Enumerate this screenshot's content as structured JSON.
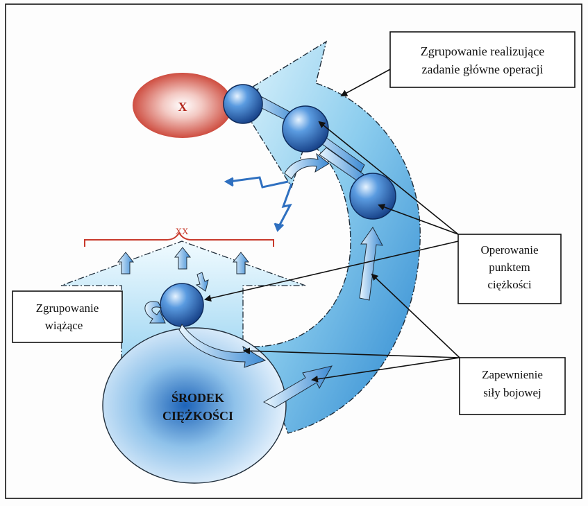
{
  "diagram": {
    "target_mark": "X",
    "front_mark": "XX",
    "center_of_gravity": [
      "ŚRODEK",
      "CIĘŻKOŚCI"
    ],
    "labels": {
      "main_task_group": [
        "Zgrupowanie realizujące",
        "zadanie główne operacji"
      ],
      "binding_group": [
        "Zgrupowanie",
        "wiążące"
      ],
      "operating_center": [
        "Operowanie",
        "punktem",
        "ciężkości"
      ],
      "combat_power": [
        "Zapewnienie",
        "siły bojowej"
      ]
    },
    "colors": {
      "enemy": "#c8392b",
      "arrow_light": "#cdeefa",
      "arrow_mid": "#7fc3e8",
      "arrow_dark": "#2f8bd0",
      "sphere": "#2563b5",
      "frame_line": "#222222"
    }
  }
}
